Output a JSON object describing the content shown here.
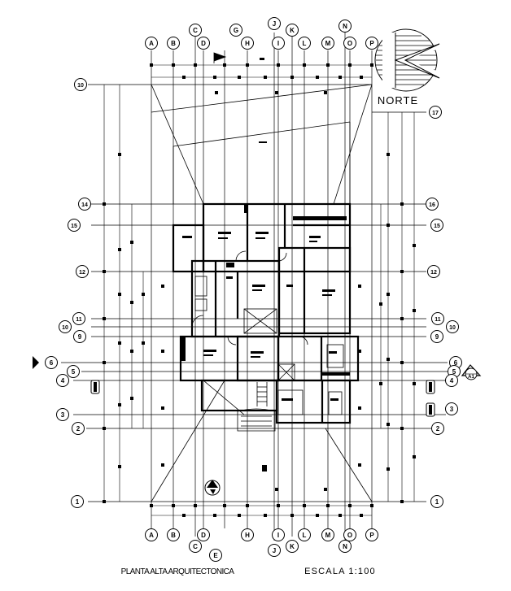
{
  "north": {
    "label": "NORTE"
  },
  "top_axes": [
    "A",
    "B",
    "C",
    "D",
    "G",
    "H",
    "J",
    "I",
    "K",
    "L",
    "M",
    "N",
    "O",
    "P"
  ],
  "bottom_axes": [
    "A",
    "B",
    "C",
    "D",
    "E",
    "H",
    "I",
    "J",
    "K",
    "L",
    "M",
    "N",
    "O",
    "P"
  ],
  "left_axes": [
    "10",
    "14",
    "15",
    "12",
    "11",
    "10",
    "9",
    "6",
    "5",
    "4",
    "3",
    "2",
    "1"
  ],
  "right_axes": [
    "17",
    "16",
    "15",
    "12",
    "11",
    "10",
    "9",
    "6",
    "5",
    "4",
    "3",
    "2",
    "1"
  ],
  "section": {
    "label": "A1"
  },
  "title": "PLANTA ALTA ARQUITECTONICA",
  "scale": "ESCALA 1:100"
}
